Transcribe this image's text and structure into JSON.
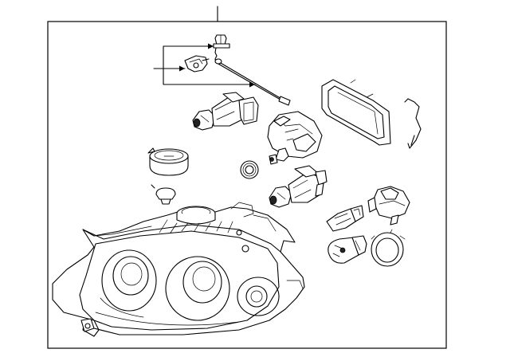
{
  "diagram": {
    "background": "#ffffff",
    "line_color": "#000000",
    "frame_color": "#000000",
    "parts": [
      "leader-line",
      "screw",
      "bracket-clip",
      "adjuster-rod",
      "h7-bulb-low",
      "lamp-cover-gasket",
      "wire-clip",
      "bulb-socket",
      "grommet-washer",
      "cap-cover",
      "plug",
      "h7-bulb-high",
      "twist-socket-right",
      "wedge-bulb",
      "signal-bulb",
      "socket-ring",
      "headlamp-assembly"
    ]
  }
}
